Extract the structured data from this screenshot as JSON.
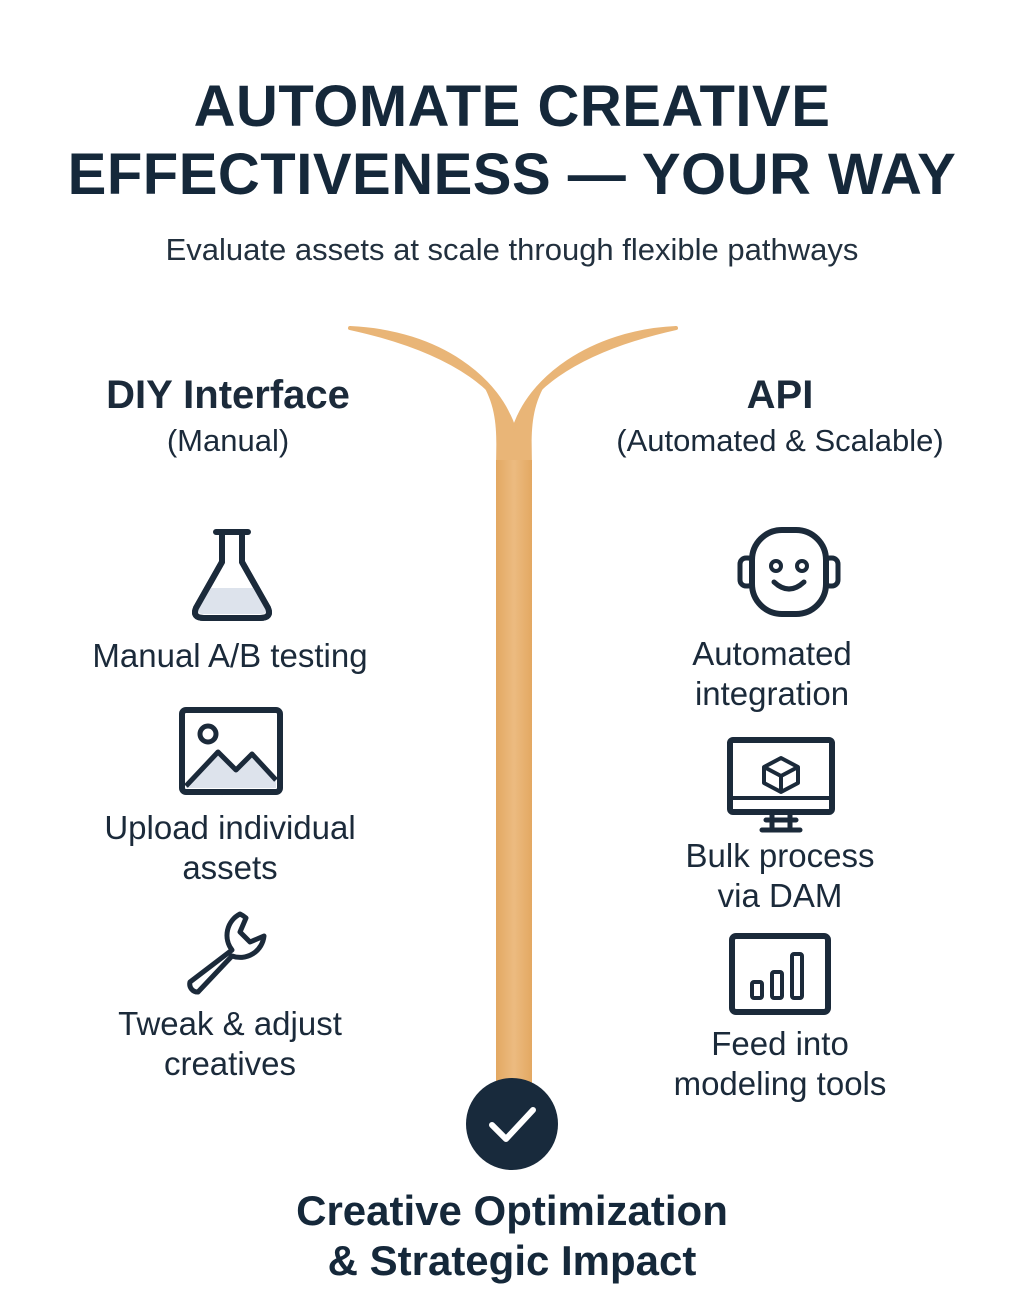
{
  "title": {
    "line1": "AUTOMATE CREATIVE",
    "line2": "EFFECTIVENESS — YOUR WAY"
  },
  "subtitle": "Evaluate assets at scale through flexible pathways",
  "left": {
    "heading": "DIY Interface",
    "subheading": "(Manual)",
    "features": [
      {
        "icon": "flask-icon",
        "label_line1": "Manual A/B testing",
        "label_line2": ""
      },
      {
        "icon": "image-icon",
        "label_line1": "Upload individual",
        "label_line2": "assets"
      },
      {
        "icon": "wrench-icon",
        "label_line1": "Tweak & adjust",
        "label_line2": "creatives"
      }
    ]
  },
  "right": {
    "heading": "API",
    "subheading": "(Automated & Scalable)",
    "features": [
      {
        "icon": "robot-icon",
        "label_line1": "Automated",
        "label_line2": "integration"
      },
      {
        "icon": "monitor-cube-icon",
        "label_line1": "Bulk process",
        "label_line2": "via DAM"
      },
      {
        "icon": "bar-chart-icon",
        "label_line1": "Feed into",
        "label_line2": "modeling tools"
      }
    ]
  },
  "outcome": {
    "icon": "checkmark-icon",
    "line1": "Creative Optimization",
    "line2": "& Strategic Impact"
  },
  "colors": {
    "path": "#e9b577",
    "navy": "#182a3c",
    "icon_fill": "#dde3ec"
  }
}
